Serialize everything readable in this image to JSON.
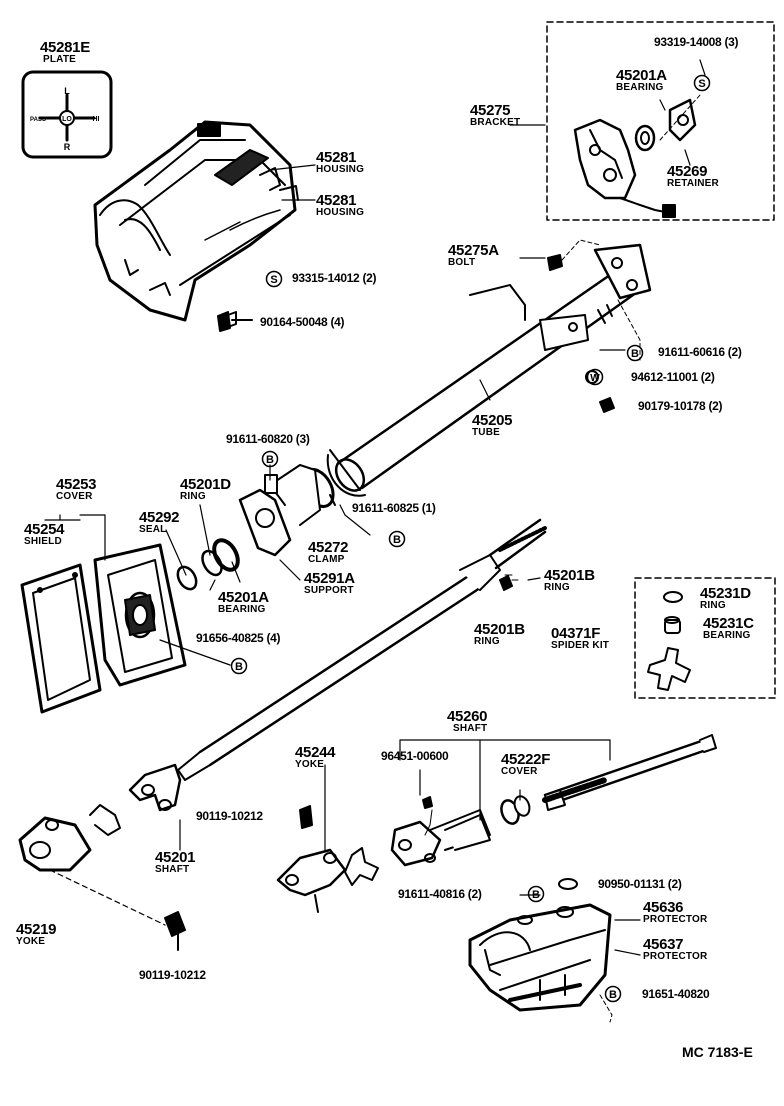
{
  "parts": [
    {
      "id": "p45281E",
      "number": "45281E",
      "name": "PLATE"
    },
    {
      "id": "p45281a",
      "number": "45281",
      "name": "HOUSING"
    },
    {
      "id": "p45281b",
      "number": "45281",
      "name": "HOUSING"
    },
    {
      "id": "p45275",
      "number": "45275",
      "name": "BRACKET"
    },
    {
      "id": "p45201A_top",
      "number": "45201A",
      "name": "BEARING"
    },
    {
      "id": "p45269",
      "number": "45269",
      "name": "RETAINER"
    },
    {
      "id": "p45275A",
      "number": "45275A",
      "name": "BOLT"
    },
    {
      "id": "p45205",
      "number": "45205",
      "name": "TUBE"
    },
    {
      "id": "p45253",
      "number": "45253",
      "name": "COVER"
    },
    {
      "id": "p45254",
      "number": "45254",
      "name": "SHIELD"
    },
    {
      "id": "p45292",
      "number": "45292",
      "name": "SEAL"
    },
    {
      "id": "p45201D",
      "number": "45201D",
      "name": "RING"
    },
    {
      "id": "p45201A_mid",
      "number": "45201A",
      "name": "BEARING"
    },
    {
      "id": "p45291A",
      "number": "45291A",
      "name": "SUPPORT"
    },
    {
      "id": "p45272",
      "number": "45272",
      "name": "CLAMP"
    },
    {
      "id": "p45201B_a",
      "number": "45201B",
      "name": "RING"
    },
    {
      "id": "p45201B_b",
      "number": "45201B",
      "name": "RING"
    },
    {
      "id": "p45231D",
      "number": "45231D",
      "name": "RING"
    },
    {
      "id": "p45231C",
      "number": "45231C",
      "name": "BEARING"
    },
    {
      "id": "p04371F",
      "number": "04371F",
      "name": "SPIDER KIT"
    },
    {
      "id": "p45260",
      "number": "45260",
      "name": "SHAFT"
    },
    {
      "id": "p45244",
      "number": "45244",
      "name": "YOKE"
    },
    {
      "id": "p45222F",
      "number": "45222F",
      "name": "COVER"
    },
    {
      "id": "p45201",
      "number": "45201",
      "name": "SHAFT"
    },
    {
      "id": "p45219",
      "number": "45219",
      "name": "YOKE"
    },
    {
      "id": "p45636",
      "number": "45636",
      "name": "PROTECTOR"
    },
    {
      "id": "p45637",
      "number": "45637",
      "name": "PROTECTOR"
    }
  ],
  "fasteners": [
    {
      "id": "f1",
      "text": "93319-14008 (3)",
      "symbol": "S"
    },
    {
      "id": "f2",
      "text": "93315-14012 (2)",
      "symbol": "S"
    },
    {
      "id": "f3",
      "text": "90164-50048 (4)",
      "symbol": ""
    },
    {
      "id": "f4",
      "text": "91611-60616 (2)",
      "symbol": "B"
    },
    {
      "id": "f5",
      "text": "94612-11001 (2)",
      "symbol": "W"
    },
    {
      "id": "f6",
      "text": "90179-10178 (2)",
      "symbol": ""
    },
    {
      "id": "f7",
      "text": "91611-60820 (3)",
      "symbol": "B"
    },
    {
      "id": "f8",
      "text": "91611-60825 (1)",
      "symbol": "B"
    },
    {
      "id": "f9",
      "text": "91656-40825 (4)",
      "symbol": "B"
    },
    {
      "id": "f10",
      "text": "96451-00600",
      "symbol": ""
    },
    {
      "id": "f11",
      "text": "90119-10212",
      "symbol": ""
    },
    {
      "id": "f12",
      "text": "91611-40816 (2)",
      "symbol": "B"
    },
    {
      "id": "f13",
      "text": "90950-01131 (2)",
      "symbol": ""
    },
    {
      "id": "f14",
      "text": "90119-10212",
      "symbol": ""
    },
    {
      "id": "f15",
      "text": "91651-40820",
      "symbol": "B"
    }
  ],
  "plate_marks": {
    "top": "L",
    "bottom": "R",
    "left": "PASS",
    "right": "HI",
    "center": "LO"
  },
  "figure_ref": "MC 7183-E"
}
